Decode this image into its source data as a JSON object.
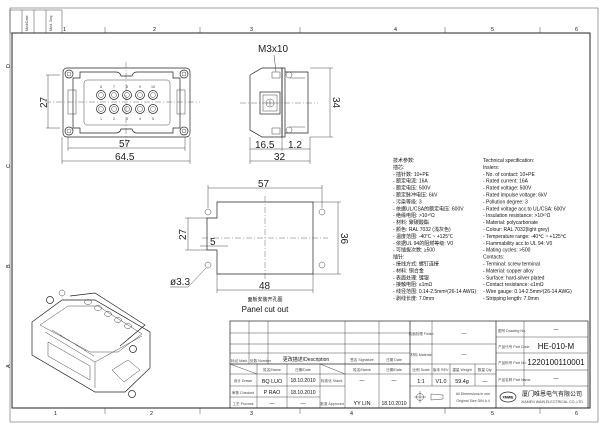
{
  "frame": {
    "zones_top": [
      "1",
      "2",
      "3",
      "4",
      "5",
      "6"
    ],
    "zones_left": [
      "D",
      "C",
      "B",
      "A"
    ],
    "corner_labels": [
      "Mod/Date",
      "Mod. Seq"
    ]
  },
  "front_view": {
    "pin_numbers_top": [
      "6",
      "7",
      "8",
      "9",
      "10"
    ],
    "pin_numbers_bottom": [
      "1",
      "2",
      "3",
      "4",
      "5"
    ],
    "dim_height": "27",
    "dim_inner_width": "57",
    "dim_outer_width": "64.5"
  },
  "side_view": {
    "screw_label": "M3x10",
    "dim_height": "34",
    "dim_left": "16.5",
    "dim_right": "1.2",
    "dim_total": "32"
  },
  "panel_cutout": {
    "dim_hole_spacing": "57",
    "dim_height": "36",
    "dim_width": "48",
    "dim_notch_height": "27",
    "dim_notch_depth": "5",
    "dim_hole_diameter": "ø3.3",
    "title_cn": "面板安装开孔图",
    "title_en": "Panel cut out"
  },
  "spec_cn": [
    "技术参数:",
    "插芯:",
    "- 插针数: 10+PE",
    "- 额定电流: 16A",
    "- 额定电压: 500V",
    "- 额定脉冲电压: 6kV",
    "- 污染等级: 3",
    "- 依据UL/CSA的额定电压: 600V",
    "- 绝缘电阻: >10¹⁰Ω",
    "- 材料: 聚碳酸酯",
    "- 颜色: RAL 7032 (浅灰色)",
    "- 温度范围: -40℃ ~ +125℃",
    "- 依据UL 94的阻燃等级: V0",
    "- 可插拔次数: ≥500",
    "插针:",
    "- 接线方式: 螺钉连接",
    "- 材料: 铜合金",
    "- 表面处理: 镀银",
    "- 接触电阻: ≤1mΩ",
    "- 线径范围: 0.14-2.5mm²(26-14 AWG)",
    "- 剥线长度: 7.0mm"
  ],
  "spec_en": [
    "Technical specification:",
    "Inslers:",
    "- No. of contact: 10+PE",
    "- Rated current: 16A",
    "- Rated voltage: 500V",
    "- Rated impulse voltage: 6kV",
    "- Pollution degree: 3",
    "- Rated voltage acc.to UL/CSA: 600V",
    "- Insulation resistance: >10¹⁰Ω",
    "- Material: polycarbonate",
    "- Colour: RAL 7032(light grey)",
    "- Temperature range: -40℃ ~ +125℃",
    "- Flammability acc.to UL 94: V0",
    "- Mating cycles: >500",
    "Contacts:",
    "- Terminal: screw terminal",
    "- Material: copper alloy",
    "- Surface: hard-silver plated",
    "- Contact resistance: ≤1mΩ",
    "- Wire gauge: 0.14-2.5mm²(26-14 AWG)",
    "- Stripping length: 7.0mm"
  ],
  "title_block": {
    "mark": "标记 Mark",
    "number": "处数 Number",
    "description": "更改描述/Description",
    "signature": "签名 Signature",
    "date": "日期 Date",
    "name_hdr": "姓名/Name",
    "date_hdr": "日期/Date",
    "name_hdr2": "姓名/Name",
    "date_hdr2": "日期/Date",
    "drawn_label": "设计 Drawn",
    "drawn_name": "BQ LUO",
    "drawn_date": "18.10.2010",
    "stand_label": "标准化 Stand.",
    "stand_name": "—",
    "stand_date": "—",
    "checked_label": "审核 Checked",
    "checked_name": "P RAO",
    "checked_date": "18.10.2010",
    "process_label": "工艺 Process",
    "process_name": "—",
    "process_date": "—",
    "approved_label": "批准 Approved",
    "approved_name": "YY LIN",
    "approved_date": "18.10.2010",
    "finish_label": "表面处理 Finish",
    "finish_value": "—",
    "material_label": "材料 Material",
    "material_value": "—",
    "scale_label": "比例 Scale",
    "rev_label": "版本 REV.",
    "weight_label": "重量 Weight",
    "qty_label": "数量 Qty.",
    "scale_value": "1:1",
    "rev_value": "V1.0",
    "weight_value": "59.4g",
    "qty_value": "—",
    "dimensions_note": "All Dimensions in mm",
    "size_note": "Original Size DIN A 4",
    "drawing_no_label": "图号 Drawing No.",
    "drawing_no_value": "—",
    "part_code_label": "产品代号 Part Code",
    "part_code_value": "HE-010-M",
    "part_no_label": "产品料号 Part No.",
    "part_no_value": "1220100110001",
    "part_name_label": "产品名称 Part Name",
    "part_name_value": "—",
    "company_logo": "XMWE",
    "company_cn": "厦门唯恩电气有限公司",
    "company_en": "XIAMEN WAIN ELECTRICAL CO.,LTD"
  }
}
